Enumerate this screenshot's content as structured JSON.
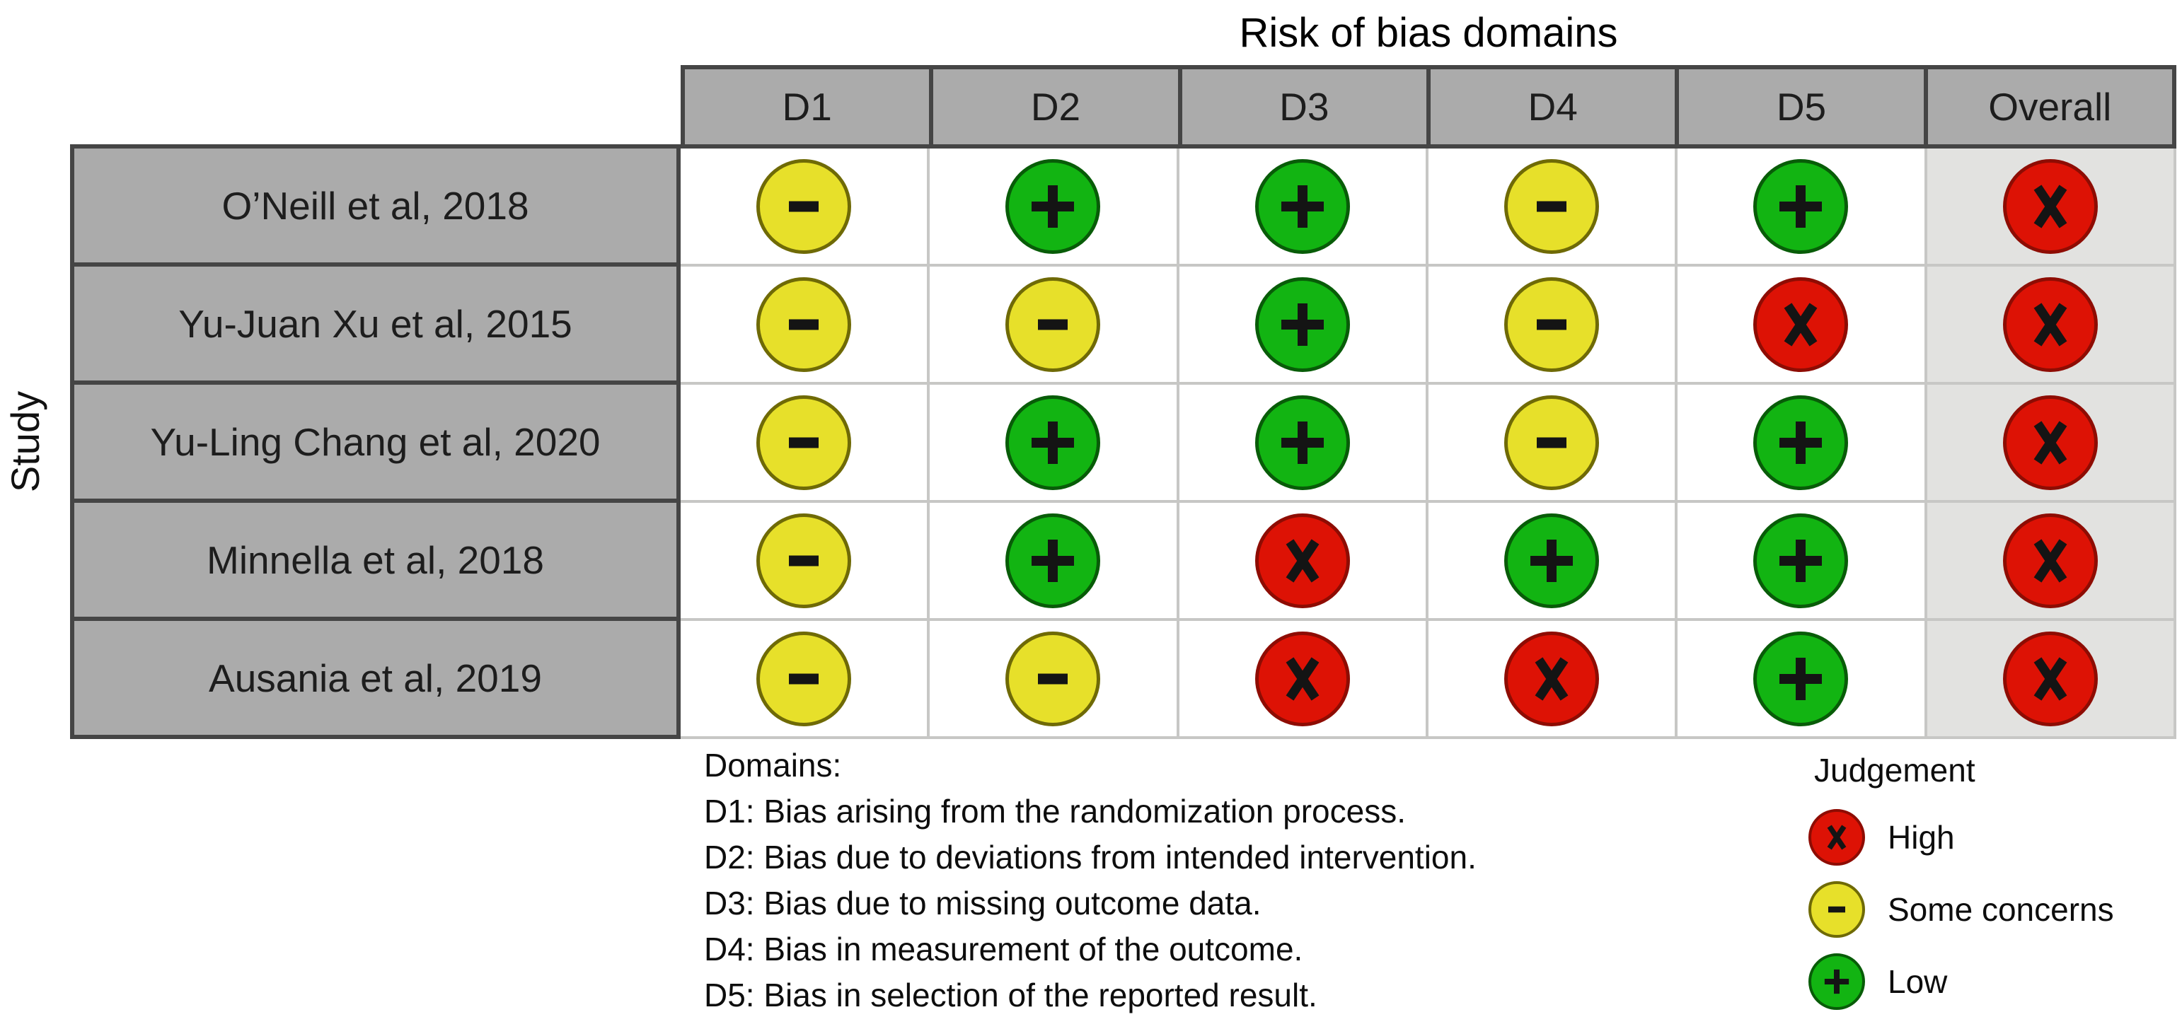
{
  "chart_data": {
    "type": "table",
    "title": "Risk of bias domains",
    "row_label": "Study",
    "columns": [
      "D1",
      "D2",
      "D3",
      "D4",
      "D5",
      "Overall"
    ],
    "rows": [
      "O’Neill et al, 2018",
      "Yu-Juan Xu et al, 2015",
      "Yu-Ling Chang et al, 2020",
      "Minnella et al, 2018",
      "Ausania et al, 2019"
    ],
    "values": [
      [
        "Some concerns",
        "Low",
        "Low",
        "Some concerns",
        "Low",
        "High"
      ],
      [
        "Some concerns",
        "Some concerns",
        "Low",
        "Some concerns",
        "High",
        "High"
      ],
      [
        "Some concerns",
        "Low",
        "Low",
        "Some concerns",
        "Low",
        "High"
      ],
      [
        "Some concerns",
        "Low",
        "High",
        "Low",
        "Low",
        "High"
      ],
      [
        "Some concerns",
        "Some concerns",
        "High",
        "High",
        "Low",
        "High"
      ]
    ],
    "legend_position": "bottom-right",
    "grid": "on"
  },
  "domains_legend": {
    "heading": "Domains:",
    "items": [
      "D1: Bias arising from the randomization process.",
      "D2: Bias due to deviations from intended intervention.",
      "D3: Bias due to missing outcome data.",
      "D4: Bias in measurement of the outcome.",
      "D5: Bias in selection of the reported result."
    ]
  },
  "judgement_legend": {
    "heading": "Judgement",
    "items": [
      {
        "key": "high",
        "label": "High"
      },
      {
        "key": "some_concerns",
        "label": "Some concerns"
      },
      {
        "key": "low",
        "label": "Low"
      }
    ]
  },
  "symbols": {
    "high": "x",
    "some_concerns": "-",
    "low": "+"
  },
  "colors": {
    "high": "#dd1205",
    "high_border": "#8e0c03",
    "some_concerns": "#e7e02a",
    "some_concerns_border": "#6f6a06",
    "low": "#12b412",
    "low_border": "#085c08",
    "symbol": "#141414",
    "header_bg": "#ababab",
    "overall_bg": "#e2e2e0",
    "grid_dark": "#454545",
    "grid_light": "#c7c7c5"
  }
}
